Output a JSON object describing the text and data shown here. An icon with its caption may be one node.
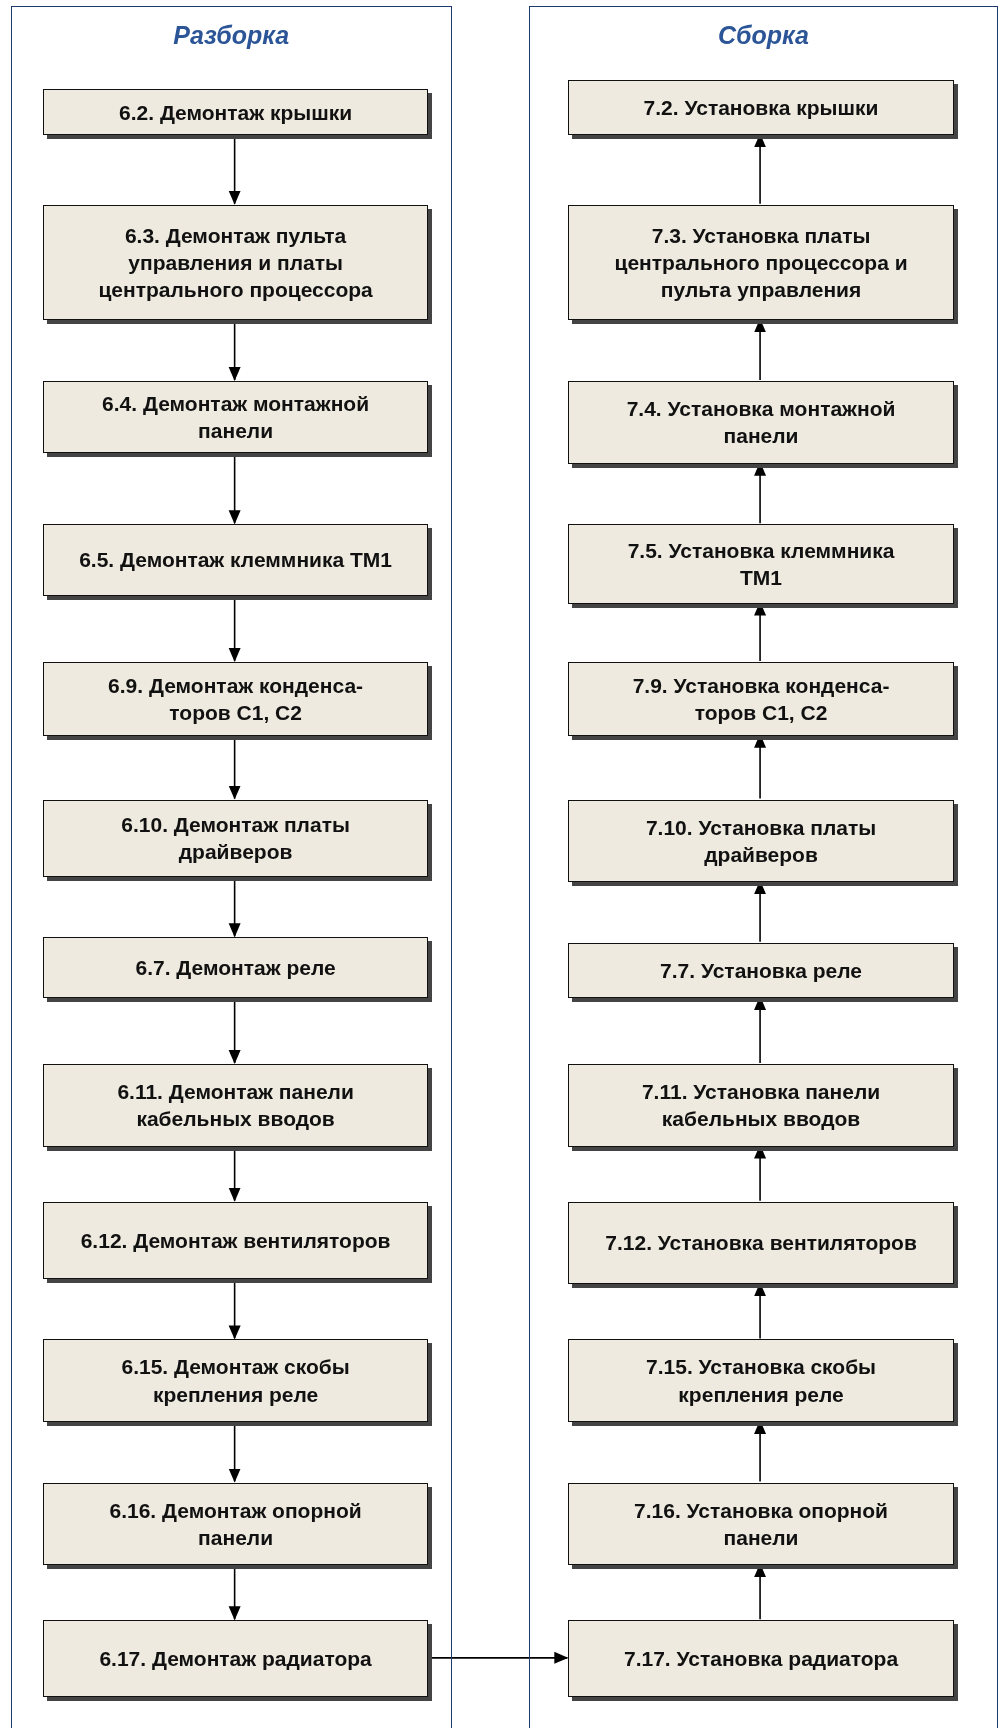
{
  "diagram": {
    "nodes": [
      {
        "text": [
          "Разборка"
        ]
      },
      {
        "text": [
          "6.2. Демонтаж крышки"
        ],
        "in": 0
      },
      {
        "text": [
          "6.3. Демонтаж пульта управления и платы центрального процессора"
        ],
        "in": 0
      },
      {
        "text": [
          "6.4. Демонтаж монтажной панели"
        ],
        "in": 0
      },
      {
        "text": [
          "6.5. Демонтаж клеммника ТМ1"
        ],
        "in": 0
      },
      {
        "text": [
          "6.9. Демонтаж конденса-торов С1, С2"
        ],
        "in": 0
      },
      {
        "text": [
          "6.10. Демонтаж платы драйверов"
        ],
        "in": 0
      },
      {
        "text": [
          "6.7. Демонтаж реле"
        ],
        "in": 0
      },
      {
        "text": [
          "6.11. Демонтаж панели кабельных вводов"
        ],
        "in": 0
      },
      {
        "text": [
          "6.12. Демонтаж вентиляторов"
        ],
        "in": 0
      },
      {
        "text": [
          "6.15. Демонтаж скобы крепления реле"
        ],
        "in": 0
      },
      {
        "text": [
          "6.16. Демонтаж опорной панели"
        ],
        "in": 0
      },
      {
        "text": [
          "6.17. Демонтаж радиатора"
        ],
        "in": 0
      },
      {
        "text": [
          "Сборка"
        ]
      },
      {
        "text": [
          "7.2. Установка крышки"
        ],
        "in": 13
      },
      {
        "text": [
          "7.3. Установка платы центрального процессора и пульта управления"
        ],
        "in": 13
      },
      {
        "text": [
          "7.4. Установка монтажной панели"
        ],
        "in": 13
      },
      {
        "text": [
          "7.5. Установка клеммника ТМ1"
        ],
        "in": 13
      },
      {
        "text": [
          "7.9. Установка конденса-торов С1, С2"
        ],
        "in": 13
      },
      {
        "text": [
          "7.10. Установка платы драйверов"
        ],
        "in": 13
      },
      {
        "text": [
          "7.7. Установка реле"
        ],
        "in": 13
      },
      {
        "text": [
          "7.11. Установка панели кабельных вводов"
        ],
        "in": 13
      },
      {
        "text": [
          "7.12. Установка вентиляторов"
        ],
        "in": 13
      },
      {
        "text": [
          "7.15. Установка скобы крепления реле"
        ],
        "in": 13
      },
      {
        "text": [
          "7.16. Установка опорной панели"
        ],
        "in": 13
      },
      {
        "text": [
          "7.17. Установка радиатора"
        ],
        "in": 13
      }
    ],
    "edges": [
      {
        "from": 1,
        "to": 2,
        "arrow": "to"
      },
      {
        "from": 2,
        "to": 3,
        "arrow": "to"
      },
      {
        "from": 3,
        "to": 4,
        "arrow": "to"
      },
      {
        "from": 4,
        "to": 5,
        "arrow": "to"
      },
      {
        "from": 5,
        "to": 6,
        "arrow": "to"
      },
      {
        "from": 6,
        "to": 7,
        "arrow": "to"
      },
      {
        "from": 7,
        "to": 8,
        "arrow": "to"
      },
      {
        "from": 8,
        "to": 9,
        "arrow": "to"
      },
      {
        "from": 9,
        "to": 10,
        "arrow": "to"
      },
      {
        "from": 10,
        "to": 11,
        "arrow": "to"
      },
      {
        "from": 11,
        "to": 12,
        "arrow": "to"
      },
      {
        "from": 12,
        "to": 25,
        "arrow": "to"
      },
      {
        "from": 25,
        "to": 24,
        "arrow": "to"
      },
      {
        "from": 24,
        "to": 23,
        "arrow": "to"
      },
      {
        "from": 23,
        "to": 22,
        "arrow": "to"
      },
      {
        "from": 22,
        "to": 21,
        "arrow": "to"
      },
      {
        "from": 21,
        "to": 20,
        "arrow": "to"
      },
      {
        "from": 20,
        "to": 19,
        "arrow": "to"
      },
      {
        "from": 19,
        "to": 18,
        "arrow": "to"
      },
      {
        "from": 18,
        "to": 17,
        "arrow": "to"
      },
      {
        "from": 17,
        "to": 16,
        "arrow": "to"
      },
      {
        "from": 16,
        "to": 15,
        "arrow": "to"
      },
      {
        "from": 15,
        "to": 14,
        "arrow": "to"
      }
    ]
  }
}
